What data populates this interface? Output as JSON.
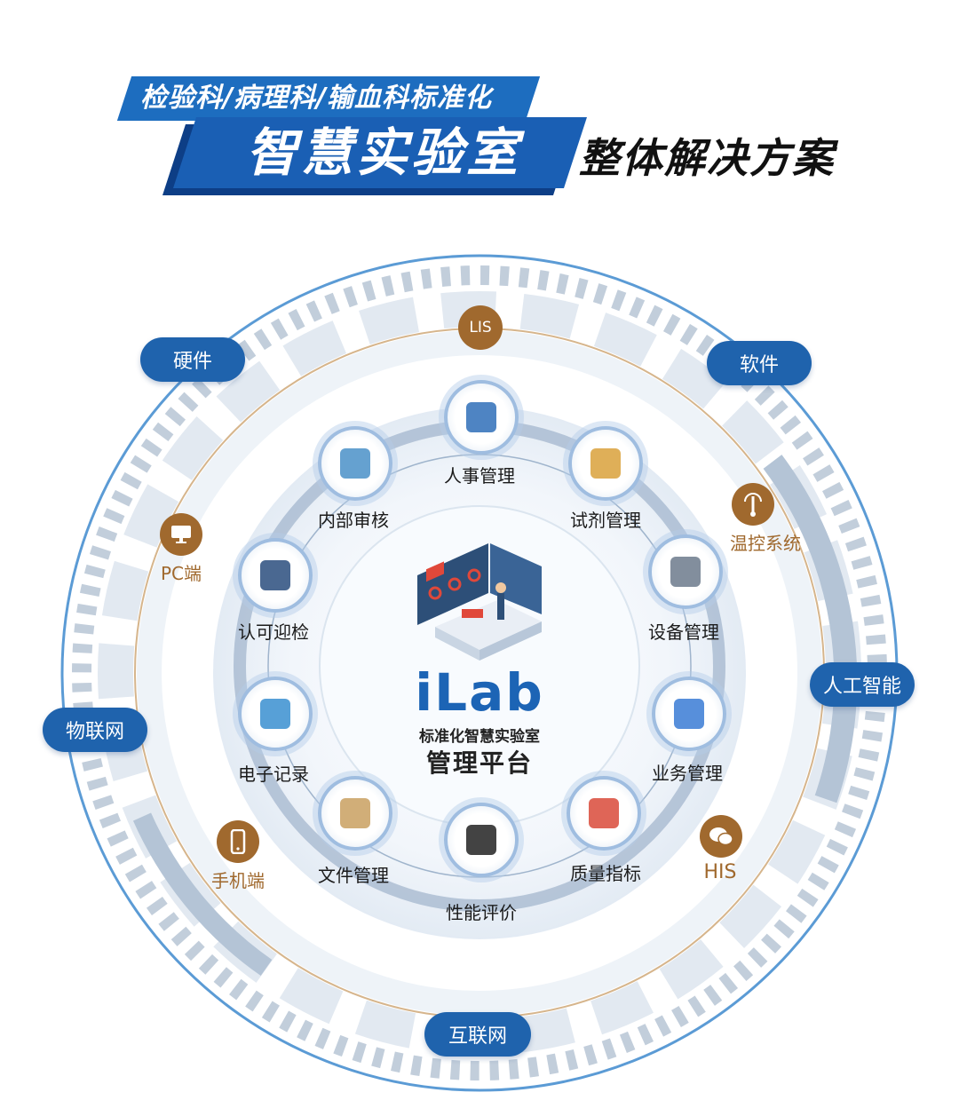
{
  "header": {
    "tagline": "检验科/病理科/输血科标准化",
    "title_main": "智慧实验室",
    "title_sub": "整体解决方案"
  },
  "center": {
    "logo": "iLab",
    "line1": "标准化智慧实验室",
    "line2": "管理平台"
  },
  "modules": [
    {
      "label": "人事管理",
      "icon": "hr-staff-icon"
    },
    {
      "label": "试剂管理",
      "icon": "reagent-box-icon"
    },
    {
      "label": "设备管理",
      "icon": "microscope-icon"
    },
    {
      "label": "业务管理",
      "icon": "business-chart-icon"
    },
    {
      "label": "质量指标",
      "icon": "quality-gauge-icon"
    },
    {
      "label": "性能评价",
      "icon": "graduation-cap-icon"
    },
    {
      "label": "文件管理",
      "icon": "document-icon"
    },
    {
      "label": "电子记录",
      "icon": "clipboard-record-icon"
    },
    {
      "label": "认可迎检",
      "icon": "iso-certificate-icon"
    },
    {
      "label": "内部审核",
      "icon": "audit-magnifier-icon"
    }
  ],
  "pills": {
    "hardware": "硬件",
    "software": "软件",
    "ai": "人工智能",
    "iot": "物联网",
    "internet": "互联网"
  },
  "brown_nodes": {
    "lis": "LIS",
    "temp": "温控系统",
    "pc": "PC端",
    "mobile": "手机端",
    "his": "HIS"
  },
  "colors": {
    "primary_blue": "#1f63ad",
    "brown": "#a0692e",
    "ring_gray": "#c9d3de",
    "text_dark": "#1b1b1b"
  }
}
